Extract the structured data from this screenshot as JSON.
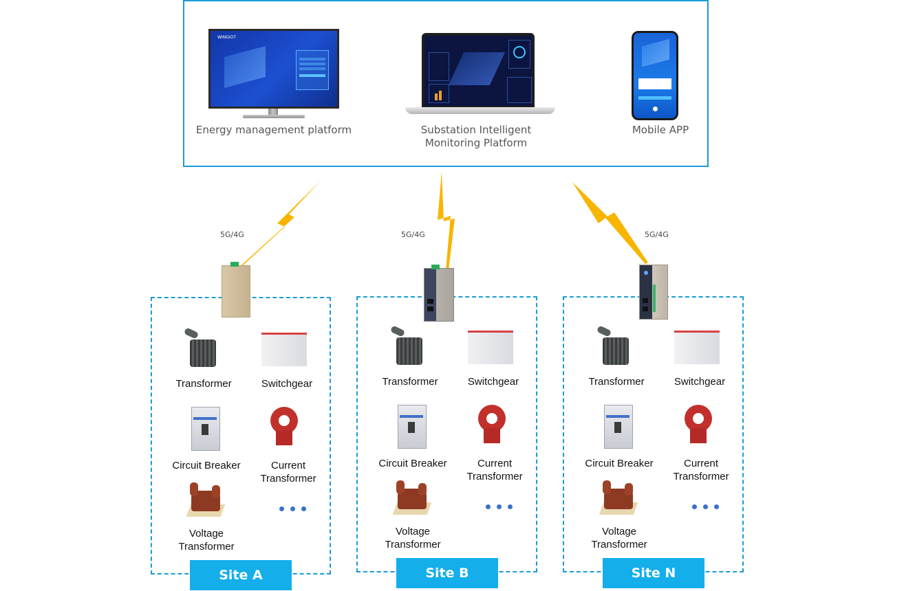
{
  "platforms": {
    "energy": {
      "label": "Energy management platform",
      "icon": "monitor-icon",
      "screen_brand": "WINGIOT"
    },
    "substation": {
      "label_line1": "Substation Intelligent",
      "label_line2": "Monitoring Platform",
      "icon": "laptop-icon"
    },
    "mobile": {
      "label": "Mobile APP",
      "icon": "smartphone-icon"
    }
  },
  "links": [
    {
      "label": "5G/4G",
      "icon": "lightning-signal-icon"
    },
    {
      "label": "5G/4G",
      "icon": "lightning-signal-icon"
    },
    {
      "label": "5G/4G",
      "icon": "lightning-signal-icon"
    }
  ],
  "sites": [
    {
      "name": "Site A",
      "gateway": "gateway-device-icon",
      "devices": {
        "transformer": "Transformer",
        "switchgear": "Switchgear",
        "circuit_breaker": "Circuit Breaker",
        "current_transformer_1": "Current",
        "current_transformer_2": "Transformer",
        "voltage_transformer_1": "Voltage",
        "voltage_transformer_2": "Transformer"
      },
      "more": "more-icon"
    },
    {
      "name": "Site B",
      "gateway": "gateway-device-icon",
      "devices": {
        "transformer": "Transformer",
        "switchgear": "Switchgear",
        "circuit_breaker": "Circuit Breaker",
        "current_transformer_1": "Current",
        "current_transformer_2": "Transformer",
        "voltage_transformer_1": "Voltage",
        "voltage_transformer_2": "Transformer"
      },
      "more": "more-icon"
    },
    {
      "name": "Site N",
      "gateway": "gateway-device-icon",
      "devices": {
        "transformer": "Transformer",
        "switchgear": "Switchgear",
        "circuit_breaker": "Circuit Breaker",
        "current_transformer_1": "Current",
        "current_transformer_2": "Transformer",
        "voltage_transformer_1": "Voltage",
        "voltage_transformer_2": "Transformer"
      },
      "more": "more-icon"
    }
  ],
  "colors": {
    "frame_blue": "#1a9ad6",
    "badge_blue": "#14aeea",
    "signal_yellow": "#f7b500",
    "dots_blue": "#3a6fcf"
  }
}
